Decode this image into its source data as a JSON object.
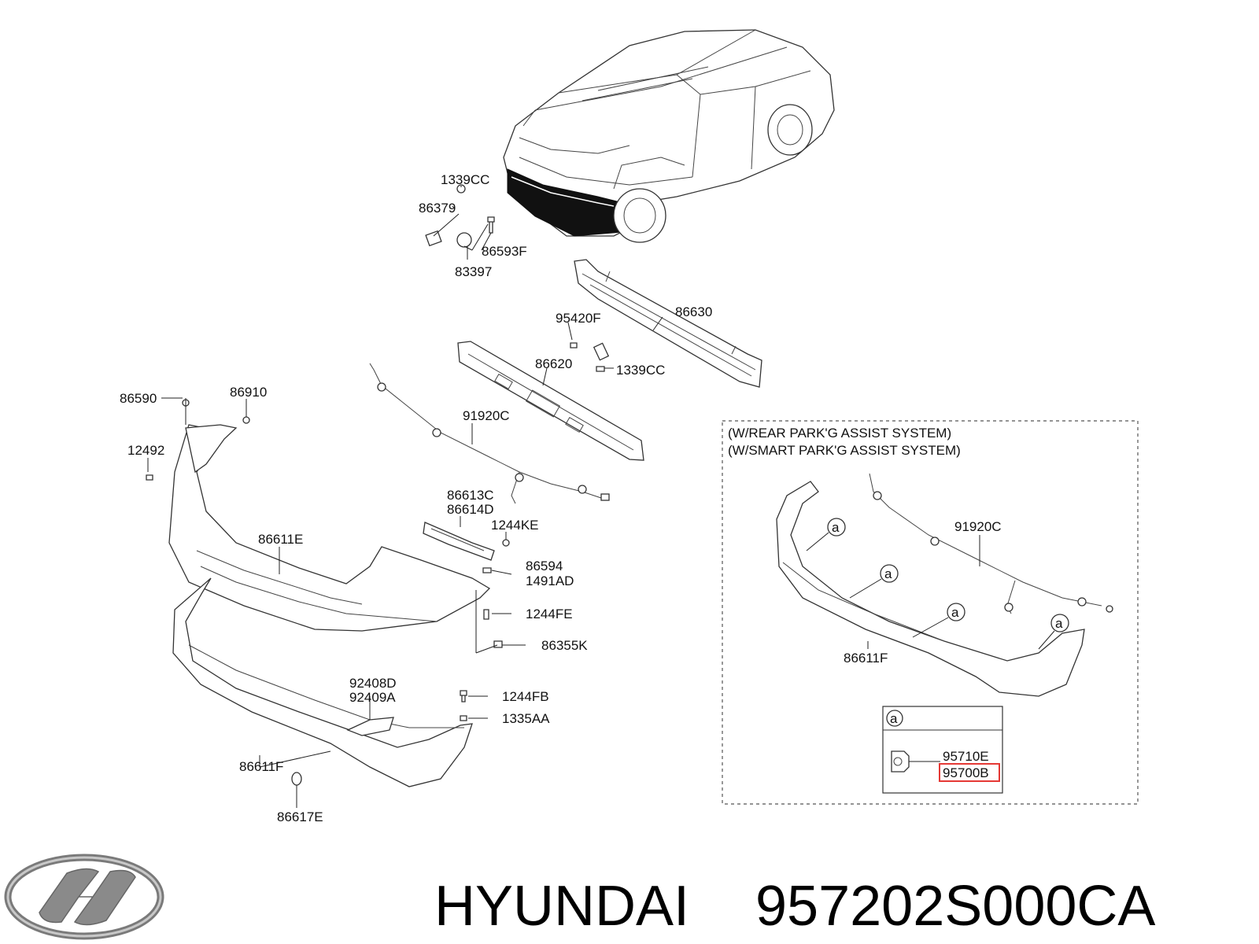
{
  "callouts": {
    "c1339cc_top": "1339CC",
    "c86379": "86379",
    "c86593f": "86593F",
    "c83397": "83397",
    "c95420f": "95420F",
    "c86630": "86630",
    "c86620": "86620",
    "c1339cc_mid": "1339CC",
    "c86590": "86590",
    "c86910": "86910",
    "c12492": "12492",
    "c91920c": "91920C",
    "c86613c": "86613C",
    "c86614d": "86614D",
    "c1244ke": "1244KE",
    "c86611e": "86611E",
    "c86594": "86594",
    "c1491ad": "1491AD",
    "c1244fe": "1244FE",
    "c86355k": "86355K",
    "c92408d": "92408D",
    "c92409a": "92409A",
    "c1244fb": "1244FB",
    "c1335aa": "1335AA",
    "c86611f": "86611F",
    "c86617e": "86617E"
  },
  "inset": {
    "title_line1": "(W/REAR PARK'G ASSIST SYSTEM)",
    "title_line2": "(W/SMART PARK'G ASSIST SYSTEM)",
    "wire_label": "91920C",
    "bumper_label": "86611F",
    "ref_marker": "a",
    "detail": {
      "marker": "a",
      "part_a": "95710E",
      "part_b": "95700B",
      "highlight_color": "#e53935"
    }
  },
  "footer": {
    "brand": "HYUNDAI",
    "part_number": "957202S000CA",
    "logo_icon": "hyundai-logo-icon"
  }
}
